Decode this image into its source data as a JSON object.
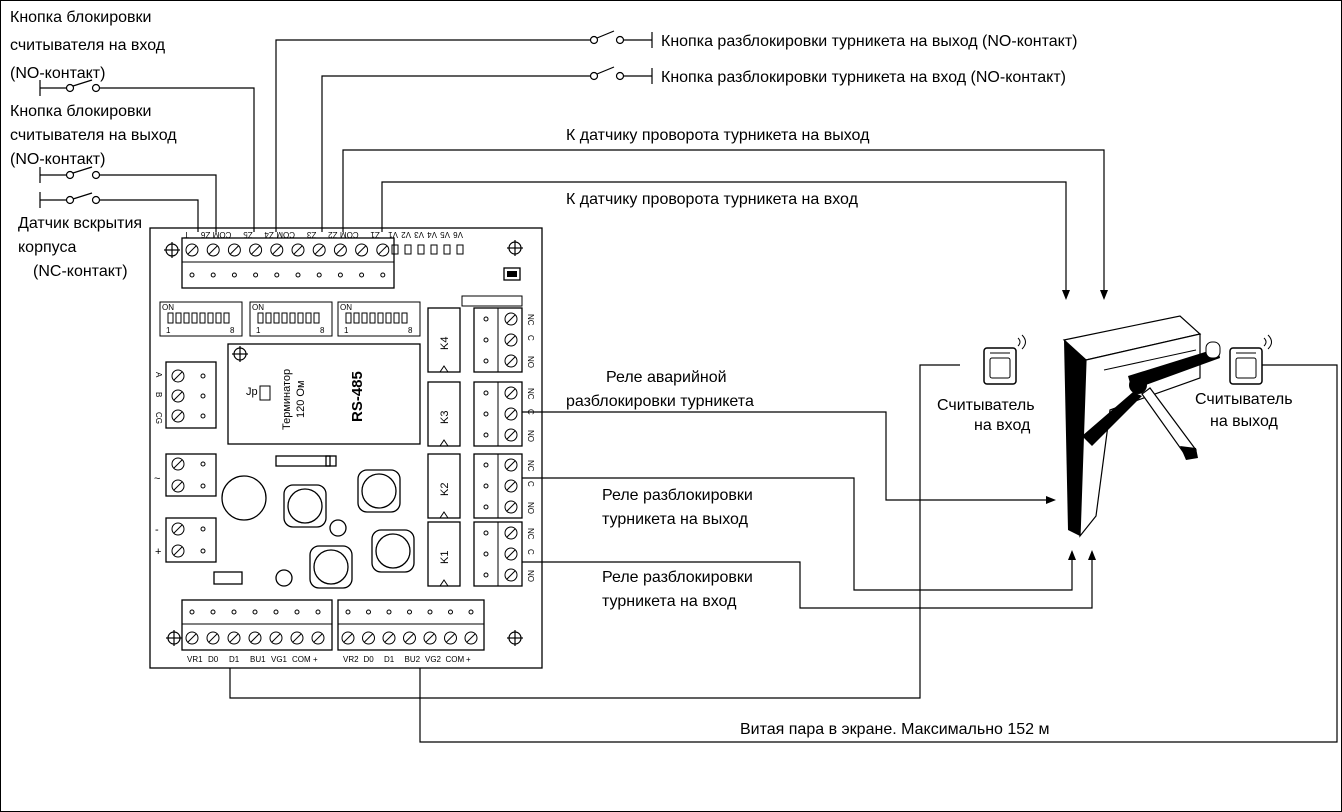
{
  "labels": {
    "btn_lock_in": [
      "Кнопка блокировки",
      "считывателя на вход",
      "(NO-контакт)"
    ],
    "btn_lock_out": [
      "Кнопка блокировки",
      "считывателя на выход",
      "(NO-контакт)"
    ],
    "tamper": [
      "Датчик вскрытия",
      "корпуса",
      "(NC-контакт)"
    ],
    "unlock_exit_button": "Кнопка разблокировки турникета на выход (NO-контакт)",
    "unlock_entry_button": "Кнопка разблокировки турникета на вход (NO-контакт)",
    "sensor_exit": "К датчику проворота турникета на выход",
    "sensor_entry": "К датчику проворота турникета на вход",
    "relay_emergency": [
      "Реле аварийной",
      "разблокировки турникета"
    ],
    "relay_exit": [
      "Реле разблокировки",
      "турникета на выход"
    ],
    "relay_entry": [
      "Реле разблокировки",
      "турникета на вход"
    ],
    "reader_in": [
      "Считыватель",
      "на вход"
    ],
    "reader_out": [
      "Считыватель",
      "на выход"
    ],
    "twisted_pair": "Витая пара в экране. Максимально 152 м"
  },
  "board": {
    "top_terminals": [
      "T",
      "Z6",
      "COM",
      "Z5",
      "Z4",
      "COM",
      "Z3",
      "Z2",
      "COM",
      "Z1"
    ],
    "leds": [
      "V6",
      "V5",
      "V4",
      "V3",
      "V2",
      "V1"
    ],
    "dip": {
      "on": "ON",
      "first": "1",
      "last": "8"
    },
    "terminator": [
      "Терминатор",
      "120 Ом"
    ],
    "jumper": "Jp",
    "rs485": "RS-485",
    "rs485_terminals": [
      "A",
      "B",
      "CG"
    ],
    "power_ac": "~",
    "power_dc": [
      "-",
      "+"
    ],
    "relays": [
      "K4",
      "K3",
      "K2",
      "K1"
    ],
    "relay_contacts": [
      "NC",
      "C",
      "NO"
    ],
    "bottom_left": [
      "VR1",
      "D0",
      "D1",
      "BU1",
      "VG1",
      "COM",
      "+"
    ],
    "bottom_right": [
      "VR2",
      "D0",
      "D1",
      "BU2",
      "VG2",
      "COM",
      "+"
    ]
  }
}
